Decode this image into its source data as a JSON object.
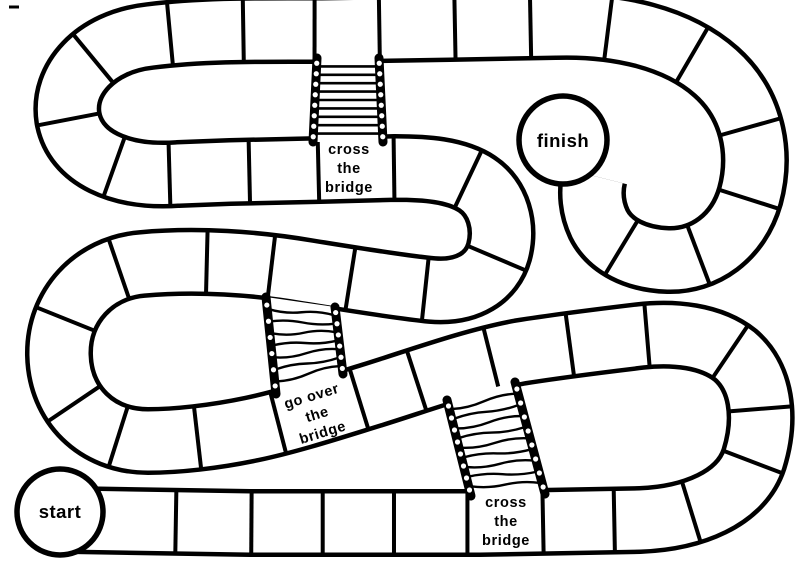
{
  "board": {
    "start_label": "start",
    "finish_label": "finish",
    "bridge_labels": [
      {
        "id": "top-bridge",
        "lines": [
          "cross",
          "the",
          "bridge"
        ],
        "plank_style": "straight"
      },
      {
        "id": "middle-bridge",
        "lines": [
          "go over",
          "the",
          "bridge"
        ],
        "plank_style": "wavy"
      },
      {
        "id": "bottom-bridge",
        "lines": [
          "cross",
          "the",
          "bridge"
        ],
        "plank_style": "wavy"
      }
    ],
    "colors": {
      "ink": "#000000",
      "paper": "#ffffff"
    }
  }
}
